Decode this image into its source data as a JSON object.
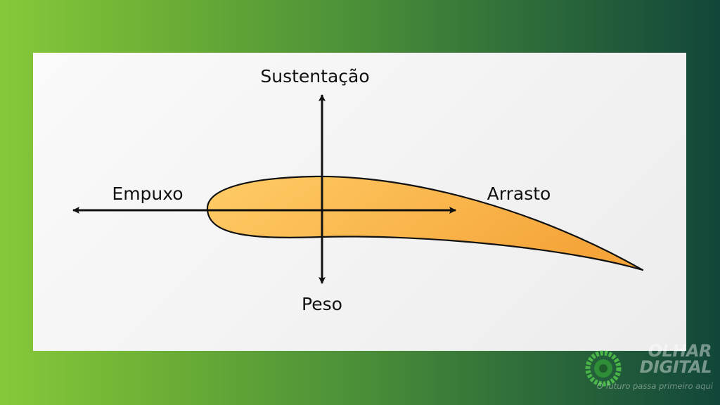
{
  "diagram": {
    "forces": {
      "lift": "Sustentação",
      "thrust": "Empuxo",
      "drag": "Arrasto",
      "weight": "Peso"
    },
    "colors": {
      "airfoil_fill_light": "#ffcc66",
      "airfoil_fill_dark": "#f5a53a",
      "outline": "#111111",
      "arrow": "#111111"
    }
  },
  "watermark": {
    "brand_line1": "OLHAR",
    "brand_line2": "DIGITAL",
    "tagline": "O futuro passa primeiro aqui",
    "logo_icon": "green-eye-logo"
  }
}
